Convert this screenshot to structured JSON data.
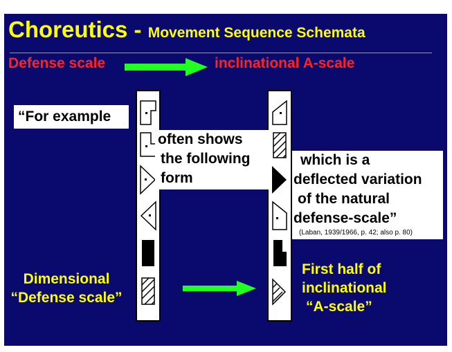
{
  "title": {
    "main": "Choreutics",
    "dash": " - ",
    "subtitle": "Movement Sequence Schemata"
  },
  "header": {
    "left_label": "Defense scale",
    "right_label": "inclinational A-scale"
  },
  "quote": {
    "part1": "“For example",
    "part2_line1": "often shows",
    "part2_line2": "the following",
    "part2_line3": "form",
    "part3_line1": "which is a",
    "part3_line2": "deflected variation",
    "part3_line3": "of the natural",
    "part3_line4": "defense-scale”",
    "citation": "(Laban, 1939/1966, p. 42; also p. 80)"
  },
  "bottom": {
    "left_line1": "Dimensional",
    "left_line2": "“Defense scale”",
    "right_line1": "First half of",
    "right_line2": "inclinational",
    "right_line3": "“A-scale”"
  },
  "colors": {
    "background": "#0a0a6e",
    "title": "#ffff00",
    "accent_red": "#ff2222",
    "arrow": "#22ff22"
  },
  "icons": {
    "arrow": "green-right-arrow",
    "staff_symbols": "laban-direction-symbols"
  }
}
